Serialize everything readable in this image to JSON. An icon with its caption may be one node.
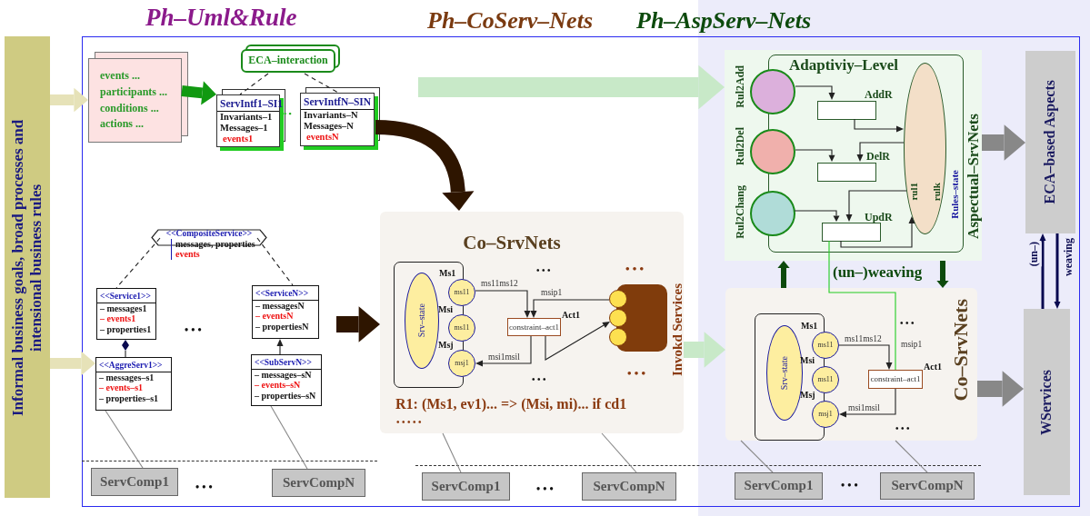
{
  "diagram": {
    "nodes": [
      {
        "text": [
          "Informal business goals,  broad processes and intensional business rules"
        ]
      },
      {
        "text": [
          "events ...",
          "participants ...",
          "conditions ...",
          "actions ..."
        ]
      },
      {
        "text": [
          "ECA–interaction"
        ]
      },
      {
        "text": [
          "ServIntf1–SI1",
          "Invariants–1",
          "Messages–1",
          "events1"
        ]
      },
      {
        "text": [
          "ServIntfN–SIN",
          "Invariants–N",
          "Messages–N",
          "eventsN"
        ]
      },
      {
        "text": [
          "<<CompositeService>>",
          "messages, properties",
          "events"
        ]
      },
      {
        "text": [
          "<<Service1>>",
          "– messages1",
          "– events1",
          "– properties1"
        ]
      },
      {
        "text": [
          "<<AggreServ1>>",
          "– messages–s1",
          "– events–s1",
          "– properties–s1"
        ]
      },
      {
        "text": [
          "<<ServiceN>>",
          "– messagesN",
          "– eventsN",
          "– propertiesN"
        ]
      },
      {
        "text": [
          "<<SubServN>>",
          "– messages–sN",
          "– events–sN",
          "– properties–sN"
        ]
      },
      {
        "text": [
          "ServComp1"
        ]
      },
      {
        "text": [
          "ServCompN"
        ]
      },
      {
        "text": [
          "Co–SrvNets",
          "R1: (Ms1, ev1)... => (Msi,  mi)...  if  cd1"
        ]
      },
      {
        "text": [
          "Srv–state"
        ],
        "in": 12
      },
      {
        "text": [
          "ms11"
        ],
        "beside": [
          "Ms1"
        ],
        "in": 12
      },
      {
        "text": [
          "ms11"
        ],
        "beside": [
          "Msi"
        ],
        "in": 12
      },
      {
        "text": [
          "msj1"
        ],
        "beside": [
          "Msj"
        ],
        "in": 12
      },
      {
        "text": [
          "constraint–act1"
        ],
        "beside": [
          "Act1"
        ],
        "in": 12
      },
      {
        "text": [],
        "shape": "box",
        "beside": [
          "Invokd Services"
        ],
        "in": 12
      },
      {
        "text": [
          "ServComp1"
        ]
      },
      {
        "text": [
          "ServCompN"
        ]
      },
      {
        "text": [
          "Aspectual–SrvNets"
        ]
      },
      {
        "text": [
          "Adaptiviy–Level"
        ],
        "in": 21
      },
      {
        "text": [],
        "shape": "circle",
        "beside": [
          "Rul2Add"
        ],
        "in": 21
      },
      {
        "text": [],
        "shape": "circle",
        "beside": [
          "Rul2Del"
        ],
        "in": 21
      },
      {
        "text": [],
        "shape": "circle",
        "beside": [
          "Rul2Chang"
        ],
        "in": 21
      },
      {
        "text": [],
        "shape": "box",
        "beside": [
          "AddR"
        ],
        "in": 22
      },
      {
        "text": [],
        "shape": "box",
        "beside": [
          "DelR"
        ],
        "in": 22
      },
      {
        "text": [],
        "shape": "box",
        "beside": [
          "UpdR"
        ],
        "in": 22
      },
      {
        "text": [
          "rul1",
          "rulk"
        ],
        "beside": [
          "Rules–state"
        ],
        "in": 22
      },
      {
        "text": [
          "Co–SrvNets"
        ]
      },
      {
        "text": [
          "Srv–state"
        ],
        "in": 30
      },
      {
        "text": [
          "ms11"
        ],
        "beside": [
          "Ms1"
        ],
        "in": 30
      },
      {
        "text": [
          "ms11"
        ],
        "beside": [
          "Msi"
        ],
        "in": 30
      },
      {
        "text": [
          "msj1"
        ],
        "beside": [
          "Msj"
        ],
        "in": 30
      },
      {
        "text": [
          "constraint–act1"
        ],
        "beside": [
          "Act1"
        ],
        "in": 30
      },
      {
        "text": [
          "ServComp1"
        ]
      },
      {
        "text": [
          "ServCompN"
        ]
      },
      {
        "text": [
          "ECA–based Aspects"
        ]
      },
      {
        "text": [
          "WServices"
        ]
      }
    ],
    "edges": [
      {
        "from": 2,
        "to": 3,
        "arrow": "none",
        "style": "dashed"
      },
      {
        "from": 2,
        "to": 4,
        "arrow": "none",
        "style": "dashed"
      },
      {
        "from": 1,
        "to": 3,
        "arrow": "to",
        "style": "thick",
        "color": "#119911"
      },
      {
        "from": 4,
        "to": 12,
        "arrow": "to",
        "style": "thick",
        "color": "#2e1500"
      },
      {
        "from": null,
        "to": 21,
        "arrow": "to",
        "style": "thick",
        "color": "#c8e9c8"
      },
      {
        "from": 5,
        "to": 6,
        "arrow": "none",
        "style": "dashed"
      },
      {
        "from": 5,
        "to": 8,
        "arrow": "none",
        "style": "dashed"
      },
      {
        "from": 7,
        "to": 6,
        "arrow": "other"
      },
      {
        "from": 9,
        "to": 8,
        "arrow": "to"
      },
      {
        "from": 7,
        "to": 10,
        "arrow": "none",
        "color": "#888888"
      },
      {
        "from": 9,
        "to": 11,
        "arrow": "none",
        "color": "#888888"
      },
      {
        "from": 0,
        "to": 1,
        "arrow": "to",
        "style": "thick",
        "color": "#e6e2b8"
      },
      {
        "from": 0,
        "to": 7,
        "arrow": "to",
        "style": "thick",
        "color": "#e6e2b8"
      },
      {
        "from": null,
        "to": 12,
        "arrow": "to",
        "style": "thick",
        "color": "#2e1500"
      },
      {
        "from": 12,
        "to": 30,
        "arrow": "to",
        "style": "thick",
        "color": "#c8e9c8"
      },
      {
        "from": 14,
        "to": 17,
        "arrow": "to",
        "label": "ms11ms12"
      },
      {
        "from": 18,
        "to": 17,
        "arrow": "to",
        "label": "msip1"
      },
      {
        "from": 17,
        "to": 16,
        "arrow": "to",
        "label": "msi1msil"
      },
      {
        "from": 17,
        "to": 18,
        "arrow": "to"
      },
      {
        "from": 12,
        "to": 19,
        "arrow": "none",
        "color": "#888888"
      },
      {
        "from": 12,
        "to": 20,
        "arrow": "none",
        "color": "#888888"
      },
      {
        "from": 23,
        "to": 26,
        "arrow": "to"
      },
      {
        "from": 26,
        "to": 29,
        "arrow": "to"
      },
      {
        "from": 24,
        "to": 27,
        "arrow": "to"
      },
      {
        "from": 29,
        "to": 27,
        "arrow": "to"
      },
      {
        "from": 25,
        "to": 28,
        "arrow": "to"
      },
      {
        "from": 29,
        "to": 28,
        "arrow": "to"
      },
      {
        "from": 28,
        "to": 29,
        "arrow": "to"
      },
      {
        "from": 28,
        "to": 35,
        "arrow": "none",
        "label": "msip1",
        "color": "#22cc22"
      },
      {
        "from": 32,
        "to": 35,
        "arrow": "to",
        "label": "ms11ms12"
      },
      {
        "from": 35,
        "to": 34,
        "arrow": "to",
        "label": "msi1msil"
      },
      {
        "from": 30,
        "to": 21,
        "arrow": "to",
        "style": "thick",
        "color": "#0d4a0d"
      },
      {
        "from": 21,
        "to": 30,
        "arrow": "to",
        "style": "thick",
        "color": "#0d4a0d"
      },
      {
        "from": 30,
        "to": 36,
        "arrow": "none",
        "color": "#888888"
      },
      {
        "from": 30,
        "to": 37,
        "arrow": "none",
        "color": "#888888"
      },
      {
        "from": 21,
        "to": 38,
        "arrow": "to",
        "style": "thick",
        "color": "#888888"
      },
      {
        "from": 30,
        "to": 39,
        "arrow": "to",
        "style": "thick",
        "color": "#888888"
      },
      {
        "from": 39,
        "to": 38,
        "arrow": "to",
        "label": "(un–)",
        "style": "thick",
        "color": "#0a0a50"
      },
      {
        "from": 38,
        "to": 39,
        "arrow": "to",
        "label": "weaving",
        "style": "thick",
        "color": "#0a0a50"
      }
    ],
    "labels": [
      "Ph–Uml&Rule",
      "Ph–CoServ–Nets",
      "Ph–AspServ–Nets",
      "• •",
      "• • •",
      "• • •",
      "• • •",
      "(un–)weaving",
      "• • •",
      "• • •",
      "• • •",
      "• • • • •",
      "• • •",
      "• • •",
      "• • •",
      "• • •"
    ]
  }
}
